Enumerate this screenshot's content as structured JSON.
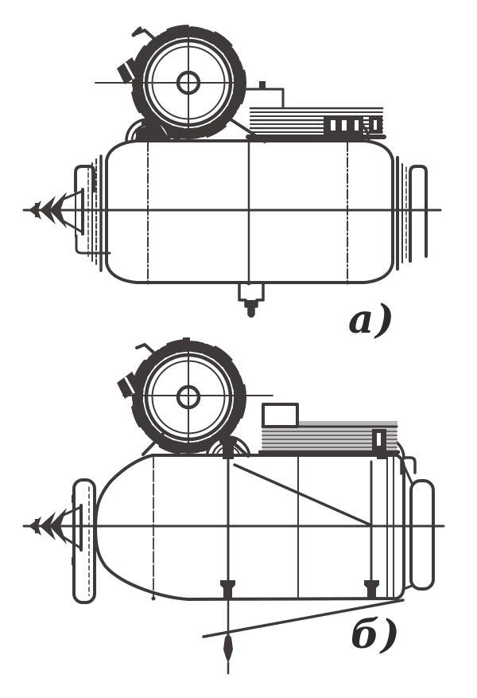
{
  "diagram": {
    "type": "technical-drawing",
    "background": "#ffffff",
    "ink": "#3e3a3a",
    "ink_light": "#6e6a6a",
    "stack_fill": "#c9c9c9",
    "figures": [
      {
        "label": "а)"
      },
      {
        "label": "б)"
      }
    ]
  }
}
